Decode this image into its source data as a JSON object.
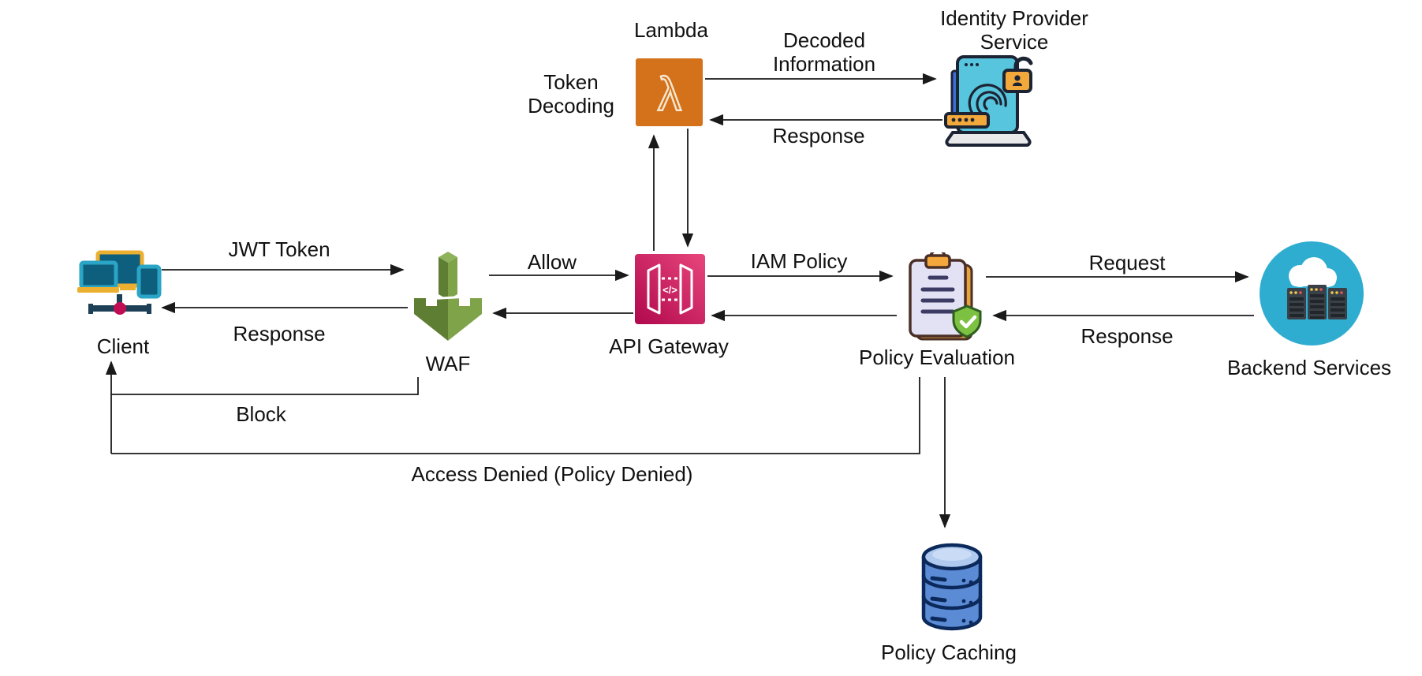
{
  "nodes": {
    "client": {
      "label": "Client"
    },
    "waf": {
      "label": "WAF"
    },
    "api_gateway": {
      "label": "API Gateway",
      "glyph": "</>"
    },
    "policy_evaluation": {
      "label": "Policy Evaluation"
    },
    "backend_services": {
      "label": "Backend Services"
    },
    "lambda": {
      "label": "Lambda",
      "glyph": "λ"
    },
    "identity_provider_service": {
      "label_line1": "Identity Provider",
      "label_line2": "Service"
    },
    "policy_caching": {
      "label": "Policy Caching"
    }
  },
  "annotations": {
    "token_decoding_line1": "Token",
    "token_decoding_line2": "Decoding"
  },
  "edges": {
    "jwt_token": "JWT Token",
    "waf_response": "Response",
    "allow": "Allow",
    "block": "Block",
    "iam_policy": "IAM Policy",
    "decoded_information_line1": "Decoded",
    "decoded_information_line2": "Information",
    "idp_response": "Response",
    "request": "Request",
    "backend_response": "Response",
    "access_denied": "Access Denied (Policy Denied)"
  },
  "icons": {
    "client": "client-devices-icon",
    "waf": "aws-waf-filter-icon",
    "api_gateway": "aws-api-gateway-icon",
    "policy_evaluation": "clipboard-shield-check-icon",
    "backend_services": "cloud-servers-icon",
    "lambda": "aws-lambda-icon",
    "identity_provider_service": "laptop-fingerprint-lock-icon",
    "policy_caching": "database-cylinder-icon"
  },
  "colors": {
    "arrow_line": "#1A1A1A",
    "lambda_orange": "#D4711B",
    "api_gateway_pink_dark": "#B0084D",
    "api_gateway_pink_light": "#E8467C",
    "waf_green_dark": "#5E7F33",
    "waf_green_light": "#7FA349",
    "backend_teal": "#2FADD1",
    "idp_teal": "#56C5DD",
    "accent_orange": "#F2A83B",
    "shield_green": "#7CC142",
    "cache_blue": "#5C8BD6",
    "cache_blue_light": "#AFC9EF",
    "client_screen_teal": "#0E5E7E",
    "client_cyan": "#2BA5C6",
    "client_yellow": "#ECAF2F",
    "client_red_dot": "#C00C53"
  }
}
